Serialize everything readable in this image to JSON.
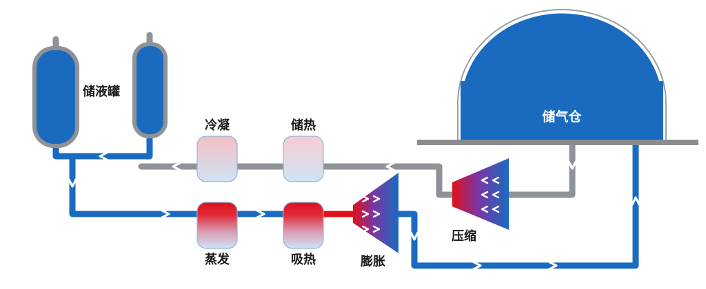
{
  "diagram": {
    "labels": {
      "liquid_storage_tank": "储液罐",
      "condenser": "冷凝",
      "heat_storage": "储热",
      "evaporator": "蒸发",
      "heat_absorption": "吸热",
      "expansion": "膨胀",
      "compression": "压缩",
      "gas_storage": "储气仓"
    },
    "colors": {
      "primary_blue": "#1a6bc0",
      "pipe_gray": "#8f9296",
      "ground_gray": "#8a8c8e",
      "hot_red": "#e0111a",
      "purple_mid": "#7b35a3",
      "light_blue": "#cfe3f4",
      "pink_condenser": "#f4bfc4",
      "pink_heat_storage": "#f6cdd1",
      "arrow_white": "#ffffff",
      "tank_outline_gray": "#8f9296"
    }
  }
}
